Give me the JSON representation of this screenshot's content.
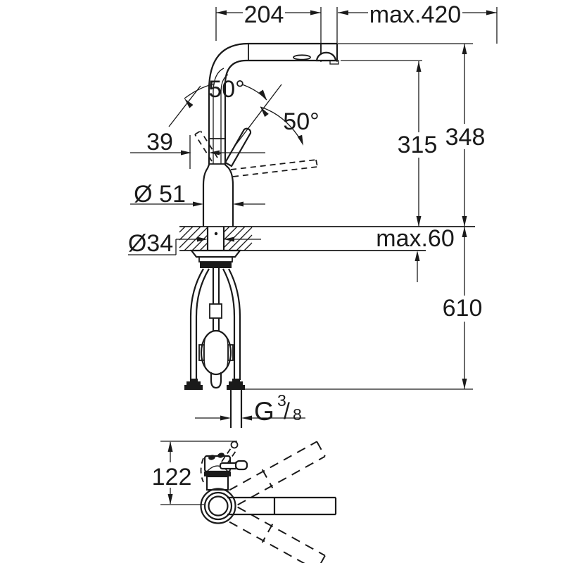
{
  "palette": {
    "background": "#ffffff",
    "ink": "#1a1a1a"
  },
  "side_view": {
    "dims": {
      "spout_reach": "204",
      "pullout_max": "max.420",
      "swivel_angle": "50°",
      "lever_angle": "50°",
      "lever_width": "39",
      "body_diameter": "Ø 51",
      "hole_diameter": "Ø34",
      "outlet_height": "315",
      "spout_top_height": "348",
      "deck_thickness_max": "max.60",
      "hose_drop": "610",
      "thread": {
        "prefix": "G",
        "numerator": "3",
        "slash": "/",
        "denominator": "8"
      }
    }
  },
  "plan_view": {
    "dims": {
      "body_height": "122"
    }
  }
}
